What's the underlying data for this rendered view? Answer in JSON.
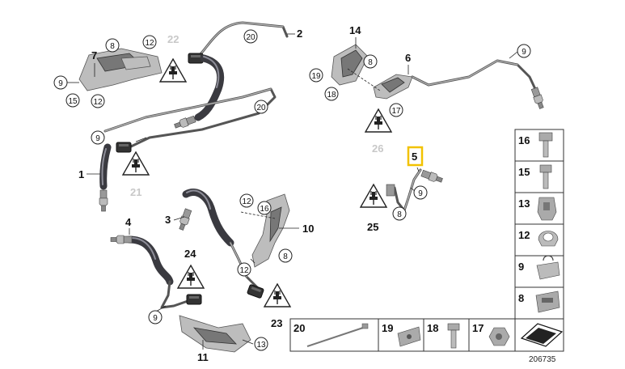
{
  "diagram_id": "206735",
  "highlighted_label": "5",
  "highlight_color": "#f2c200",
  "part_labels": [
    "1",
    "2",
    "3",
    "4",
    "5",
    "6",
    "7",
    "10",
    "11",
    "14",
    "21",
    "22",
    "23",
    "24",
    "25",
    "26"
  ],
  "callouts": [
    "8",
    "9",
    "12",
    "13",
    "16",
    "17",
    "18",
    "19",
    "20"
  ],
  "table_items": [
    {
      "number": "16",
      "icon": "hex-bolt-icon"
    },
    {
      "number": "15",
      "icon": "bolt-icon"
    },
    {
      "number": "13",
      "icon": "clip-icon"
    },
    {
      "number": "12",
      "icon": "cable-clip-icon"
    },
    {
      "number": "9",
      "icon": "holder-clip-icon"
    },
    {
      "number": "8",
      "icon": "bracket-clip-icon"
    }
  ],
  "bottom_items": [
    {
      "number": "20",
      "icon": "cable-tie-icon"
    },
    {
      "number": "19",
      "icon": "spring-nut-icon"
    },
    {
      "number": "18",
      "icon": "screw-icon"
    },
    {
      "number": "17",
      "icon": "hex-nut-icon"
    }
  ],
  "labels": {
    "l1": "1",
    "l2": "2",
    "l3": "3",
    "l4": "4",
    "l5": "5",
    "l6": "6",
    "l7": "7",
    "l10": "10",
    "l11": "11",
    "l14": "14",
    "l21": "21",
    "l22": "22",
    "l23": "23",
    "l24": "24",
    "l25": "25",
    "l26": "26",
    "c8": "8",
    "c9": "9",
    "c12": "12",
    "c13": "13",
    "c16": "16",
    "c17": "17",
    "c18": "18",
    "c19": "19",
    "c20": "20",
    "t16": "16",
    "t15": "15",
    "t13": "13",
    "t12": "12",
    "t9": "9",
    "t8": "8",
    "b20": "20",
    "b19": "19",
    "b18": "18",
    "b17": "17",
    "diagram_number": "206735"
  }
}
